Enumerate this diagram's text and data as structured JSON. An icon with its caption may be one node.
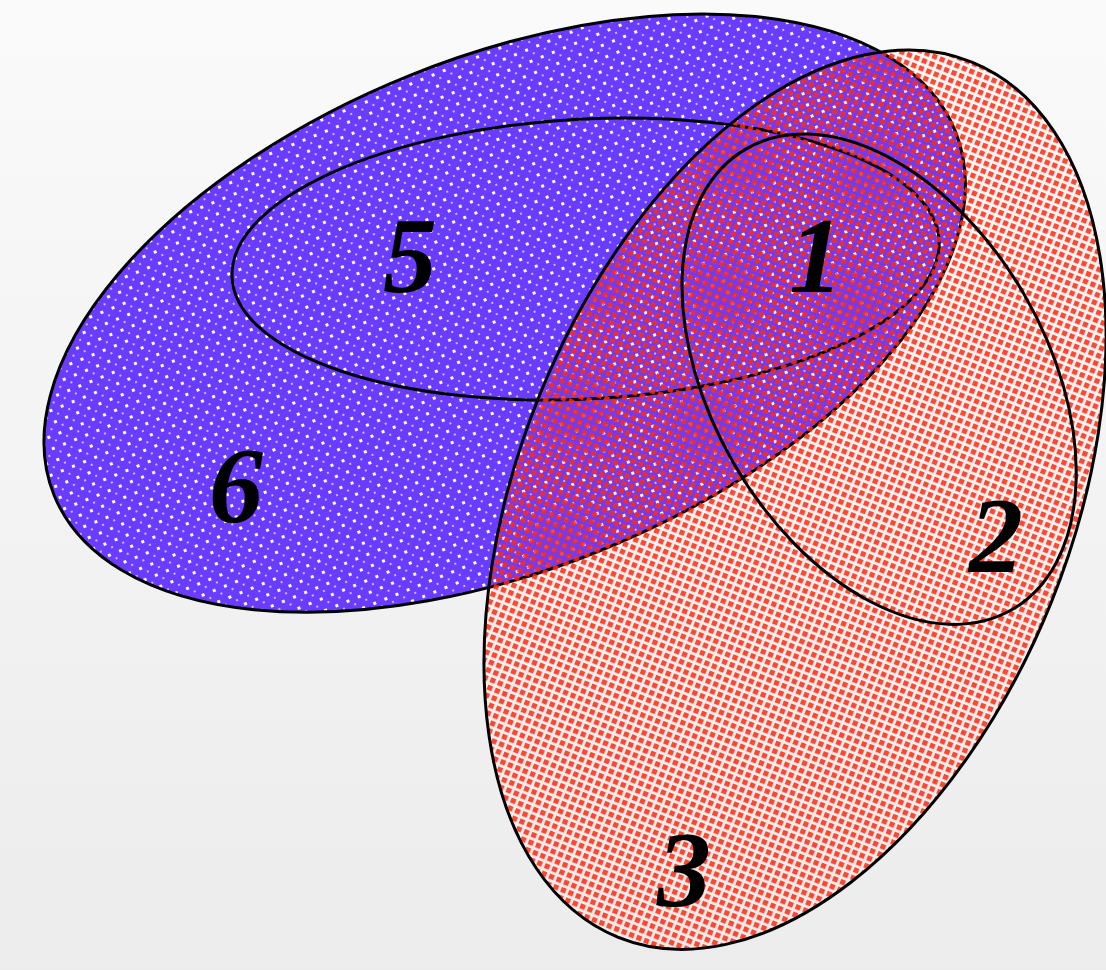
{
  "diagram": {
    "nodes": [
      {
        "text": [
          "6"
        ]
      },
      {
        "text": [
          "5"
        ],
        "in": 0
      },
      {
        "text": [
          "3"
        ]
      },
      {
        "text": [
          "2"
        ],
        "in": 2
      }
    ],
    "labels": [
      "1"
    ]
  }
}
